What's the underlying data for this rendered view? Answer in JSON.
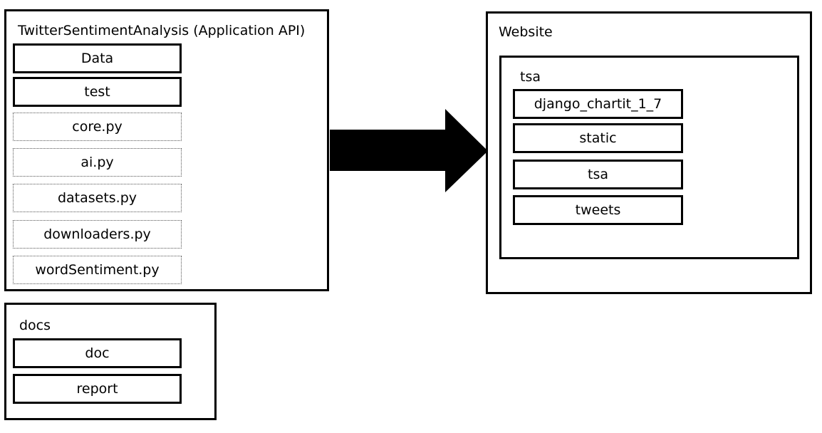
{
  "api_container": {
    "title": "TwitterSentimentAnalysis (Application API)",
    "folders": [
      "Data",
      "test"
    ],
    "files": [
      "core.py",
      "ai.py",
      "datasets.py",
      "downloaders.py",
      "wordSentiment.py"
    ]
  },
  "docs_container": {
    "title": "docs",
    "folders": [
      "doc",
      "report"
    ]
  },
  "website_container": {
    "title": "Website",
    "tsa_container": {
      "title": "tsa",
      "folders": [
        "django_chartit_1_7",
        "static",
        "tsa",
        "tweets"
      ]
    }
  },
  "arrow": {
    "direction": "right",
    "color": "#000000"
  }
}
